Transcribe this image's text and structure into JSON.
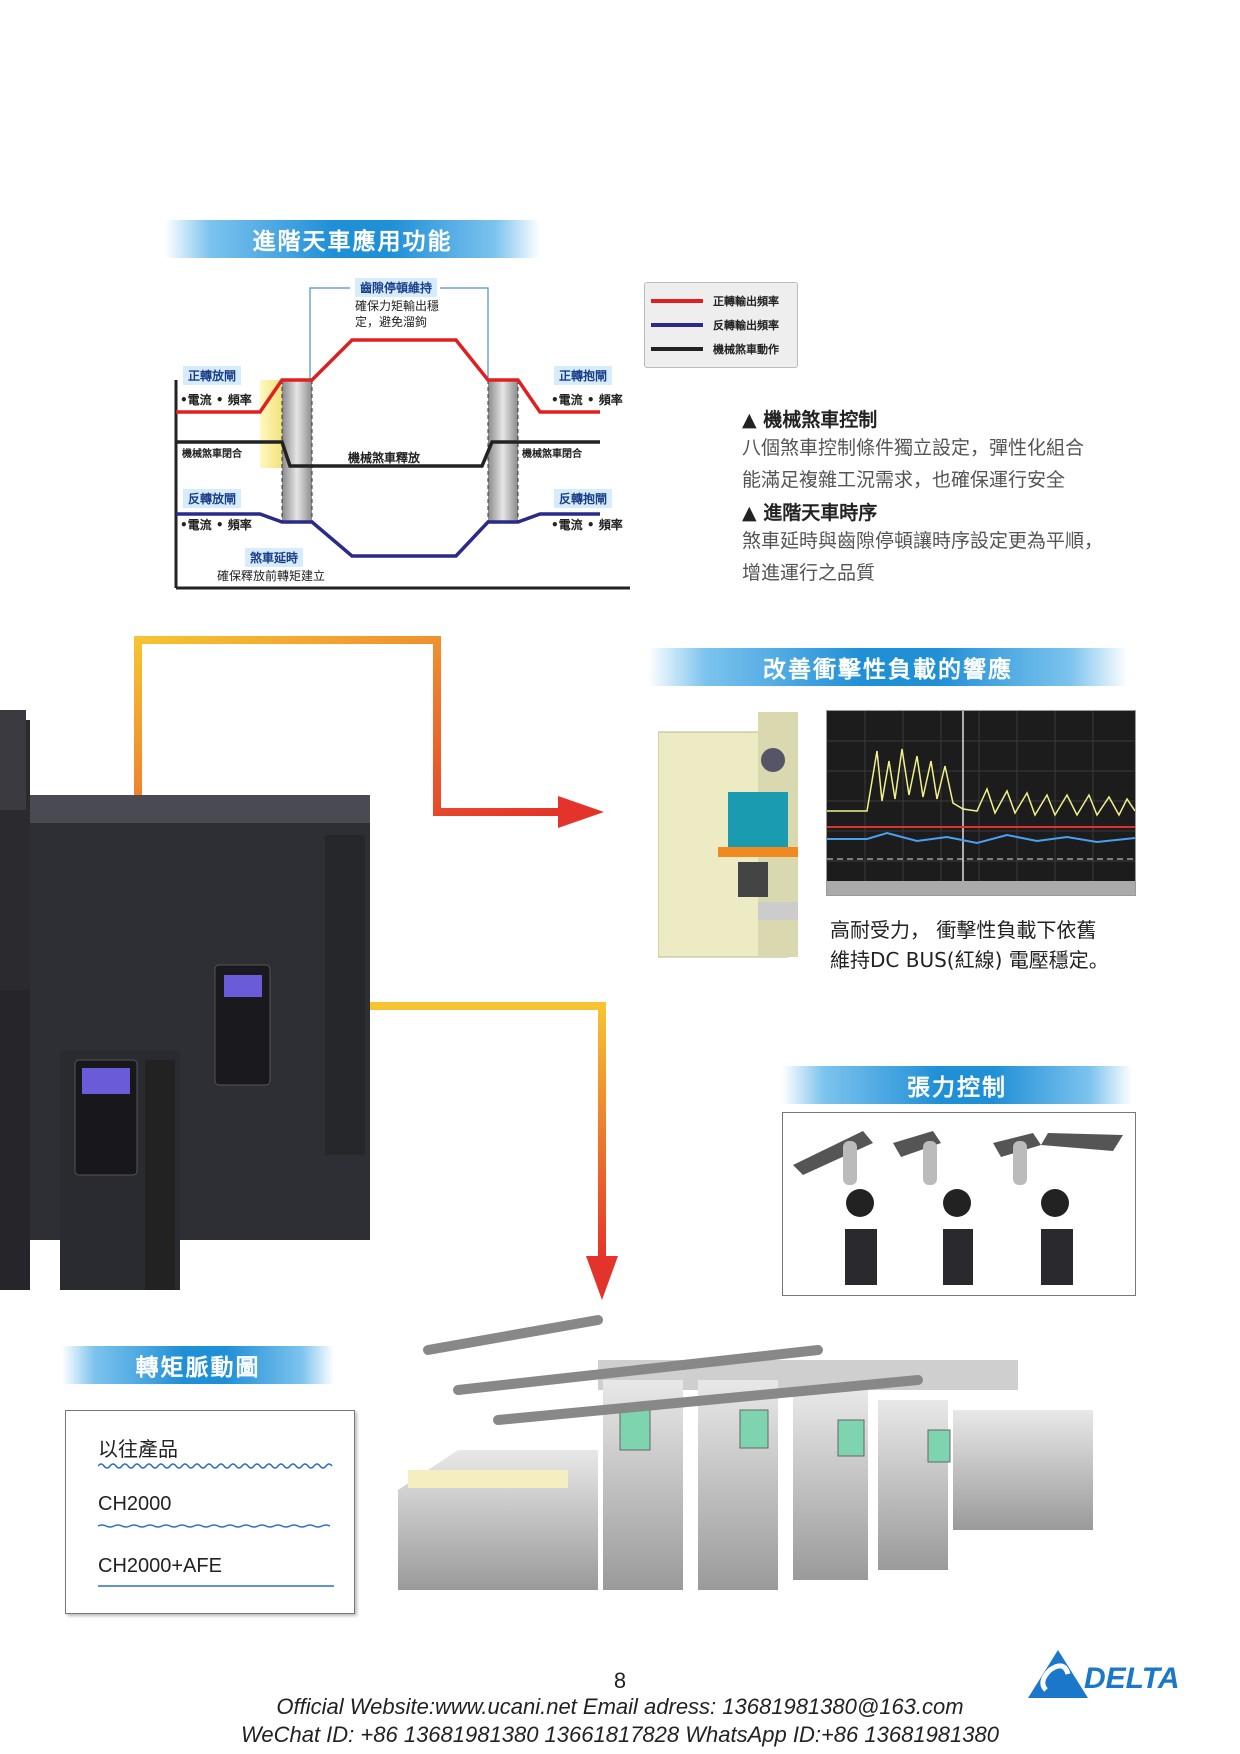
{
  "section1": {
    "title": "進階天車應用功能",
    "legend": [
      {
        "label": "正轉輸出頻率",
        "color": "#e02020"
      },
      {
        "label": "反轉輸出頻率",
        "color": "#2a2a8a"
      },
      {
        "label": "機械煞車動作",
        "color": "#222222"
      }
    ],
    "tags": {
      "top_hold": "齒隙停頓維持",
      "fwd_release": "正轉放閘",
      "fwd_hold": "正轉抱閘",
      "rev_release": "反轉放閘",
      "rev_hold": "反轉抱閘",
      "brake_delay": "煞車延時"
    },
    "notes": {
      "top_hold_desc_1": "確保力矩輸出穩",
      "top_hold_desc_2": "定，避免溜鉤",
      "current_freq_1": "•電流 • 頻率",
      "current_freq_2": "•電流 • 頻率",
      "current_freq_3": "•電流 • 頻率",
      "current_freq_4": "•電流 • 頻率",
      "brake_closed_left": "機械煞車閉合",
      "brake_closed_right": "機械煞車閉合",
      "brake_released": "機械煞車釋放",
      "brake_delay_desc": "確保釋放前轉矩建立"
    },
    "desc": {
      "head1": "▲ 機械煞車控制",
      "line1": "八個煞車控制條件獨立設定，彈性化組合",
      "line2": "能滿足複雜工況需求，也確保運行安全",
      "head2": "▲ 進階天車時序",
      "line3": "煞車延時與齒隙停頓讓時序設定更為平順，",
      "line4": "增進運行之品質"
    }
  },
  "section2": {
    "title": "改善衝擊性負載的響應",
    "caption_1": "高耐受力， 衝擊性負載下依舊",
    "caption_2": "維持DC BUS(紅線) 電壓穩定。"
  },
  "section3": {
    "title": "張力控制"
  },
  "section4": {
    "title": "轉矩脈動圖",
    "items": [
      "以往產品",
      "CH2000",
      "CH2000+AFE"
    ]
  },
  "colors": {
    "banner": "#1f8fd6",
    "forward": "#e02020",
    "reverse": "#2a2a8a",
    "brake": "#222222",
    "arrow_top": "#f6c431",
    "arrow_bottom": "#e4332a"
  },
  "footer": {
    "page_number": "8",
    "line1": "Official Website:www.ucani.net  Email adress: 13681981380@163.com",
    "line2": "WeChat  ID: +86 13681981380 13661817828  WhatsApp ID:+86 13681981380",
    "logo_text": "DELTA"
  }
}
